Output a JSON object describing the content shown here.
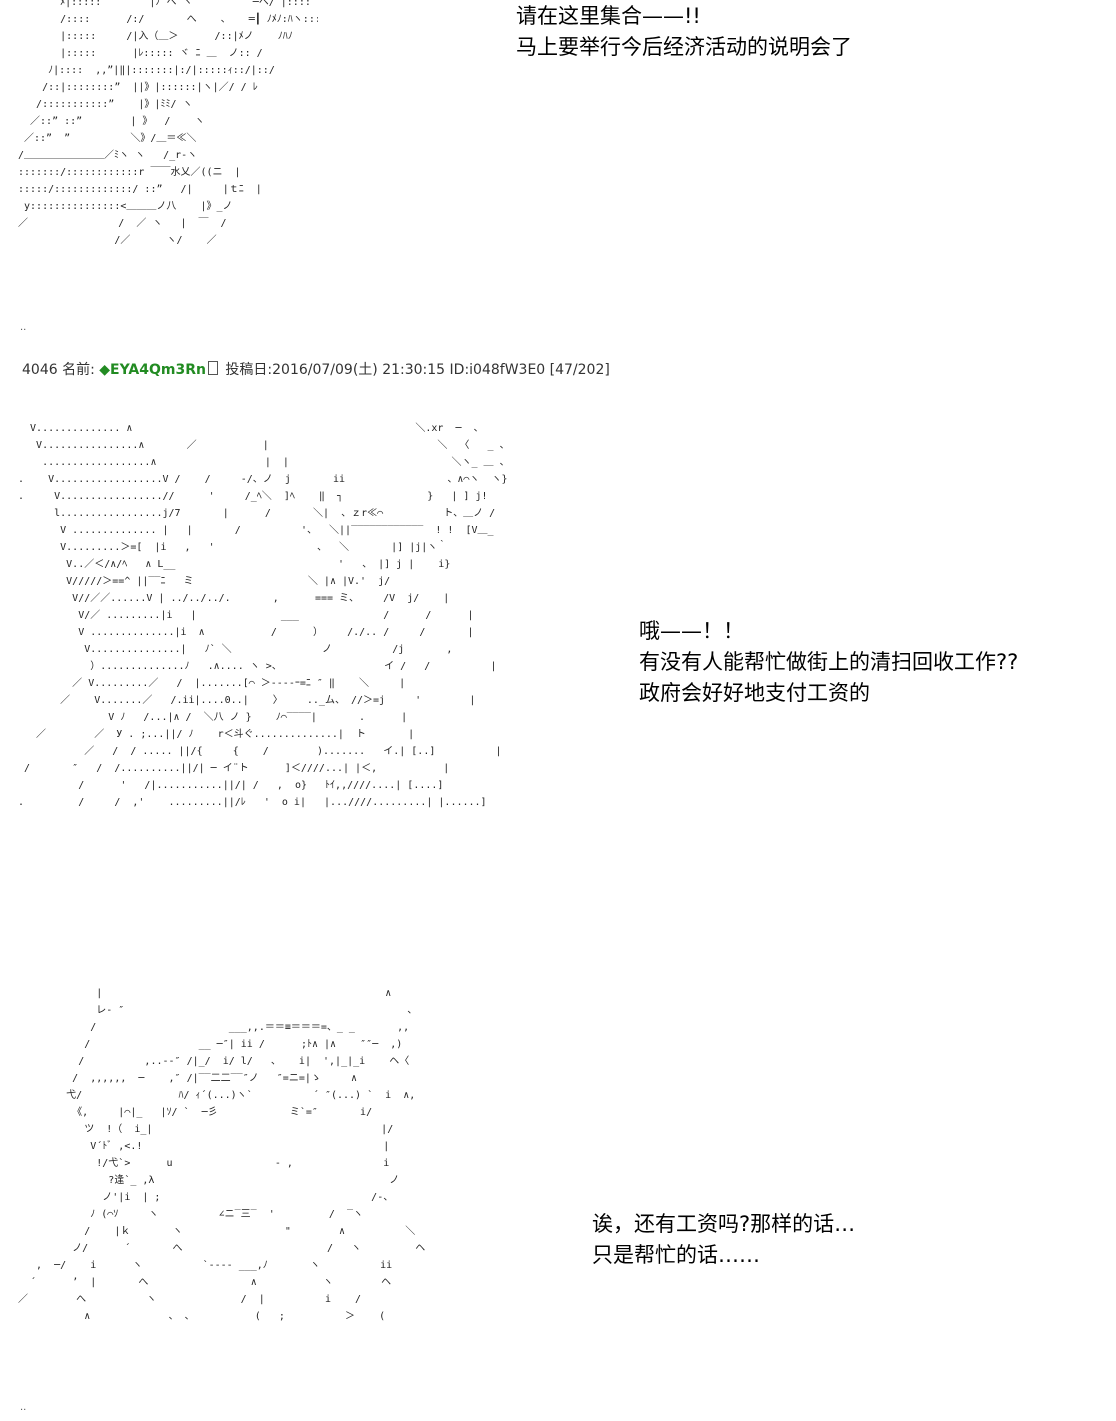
{
  "post_header": {
    "number": "4046",
    "name_label": "名前:",
    "name": "◆EYA4Qm3Rn",
    "date_label": "投稿日:",
    "date": "2016/07/09(土) 21:30:15",
    "id": "ID:i048fW3E0",
    "count": "[47/202]"
  },
  "dialogs": {
    "first": [
      "请在这里集合——!!",
      "马上要举行今后经济活动的说明会了"
    ],
    "second": [
      "哦——！！",
      "有没有人能帮忙做街上的清扫回收工作??",
      "政府会好好地支付工资的"
    ],
    "third": [
      "诶，还有工资吗?那样的话…",
      "只是帮忙的话……"
    ]
  },
  "separators": {
    "after_first": "..",
    "after_third": ".."
  },
  "colors": {
    "name": "#228b22",
    "text": "#000000",
    "background": "#ffffff"
  }
}
